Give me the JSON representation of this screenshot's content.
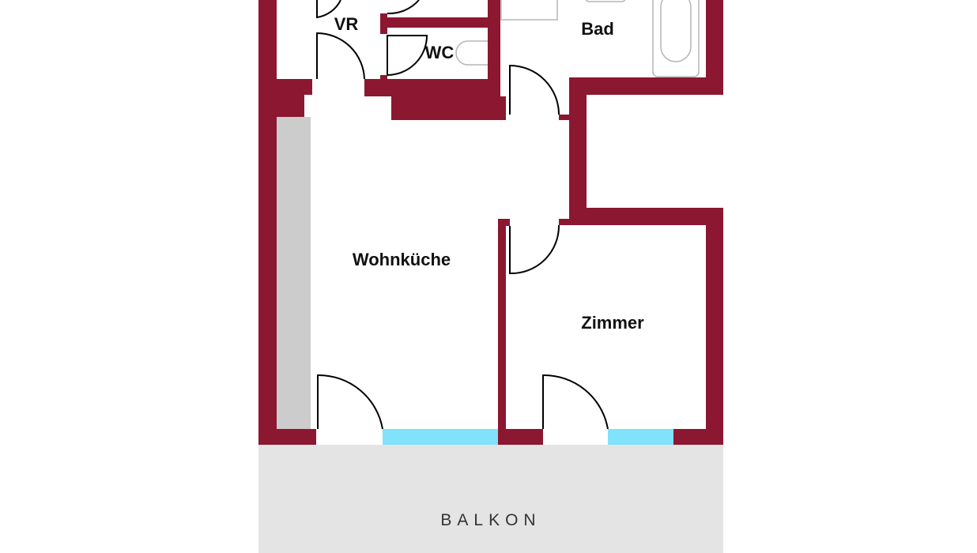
{
  "rooms": {
    "vr": "VR",
    "wc": "WC",
    "bad": "Bad",
    "wohnkueche": "Wohnküche",
    "zimmer": "Zimmer",
    "balkon": "BALKON"
  },
  "colors": {
    "wall": "#8c1730",
    "window": "#80e2fb",
    "balcony": "#e4e4e4",
    "strip": "#cccccc"
  }
}
